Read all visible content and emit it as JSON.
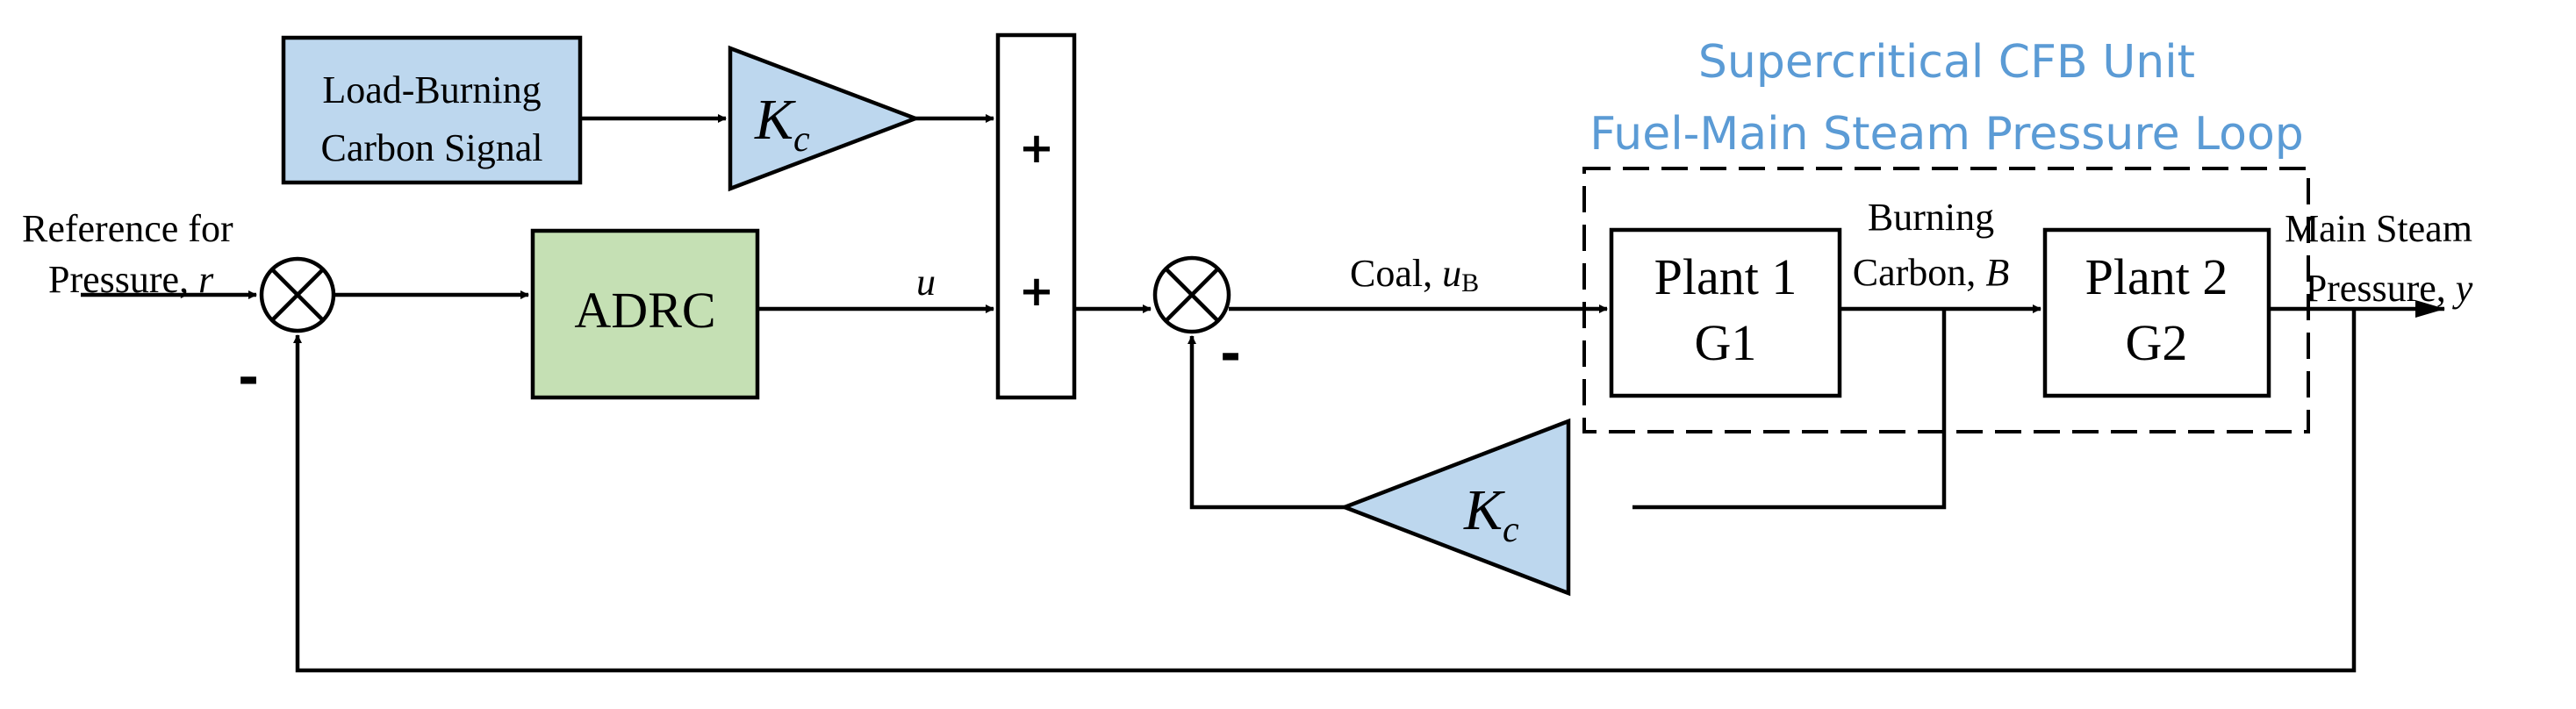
{
  "title": {
    "line1": "Supercritical CFB Unit",
    "line2": "Fuel-Main Steam Pressure Loop",
    "color": "#5b9bd5"
  },
  "blocks": {
    "signal": {
      "line1": "Load-Burning",
      "line2": "Carbon Signal",
      "fill": "#bdd7ee"
    },
    "adrc": {
      "label": "ADRC",
      "fill": "#c5e0b4"
    },
    "plant1": {
      "line1": "Plant 1",
      "line2": "G1"
    },
    "plant2": {
      "line1": "Plant 2",
      "line2": "G2"
    }
  },
  "gains": {
    "top": {
      "main": "K",
      "sub": "c",
      "fill": "#bdd7ee"
    },
    "feedback": {
      "main": "K",
      "sub": "c",
      "fill": "#bdd7ee"
    }
  },
  "summer_signs": {
    "top": "+",
    "bottom": "+"
  },
  "junction_signs": {
    "first": "-",
    "second": "-"
  },
  "labels": {
    "reference": {
      "line1": "Reference for",
      "line2_text": "Pressure, ",
      "line2_var": "r"
    },
    "u": "u",
    "coal": {
      "text": "Coal, ",
      "var": "u",
      "sub": "B"
    },
    "burning": {
      "line1": "Burning",
      "line2_text": "Carbon, ",
      "line2_var": "B"
    },
    "main_steam": {
      "line1": "Main Steam",
      "line2_text": "Pressure, ",
      "line2_var": "y"
    }
  }
}
